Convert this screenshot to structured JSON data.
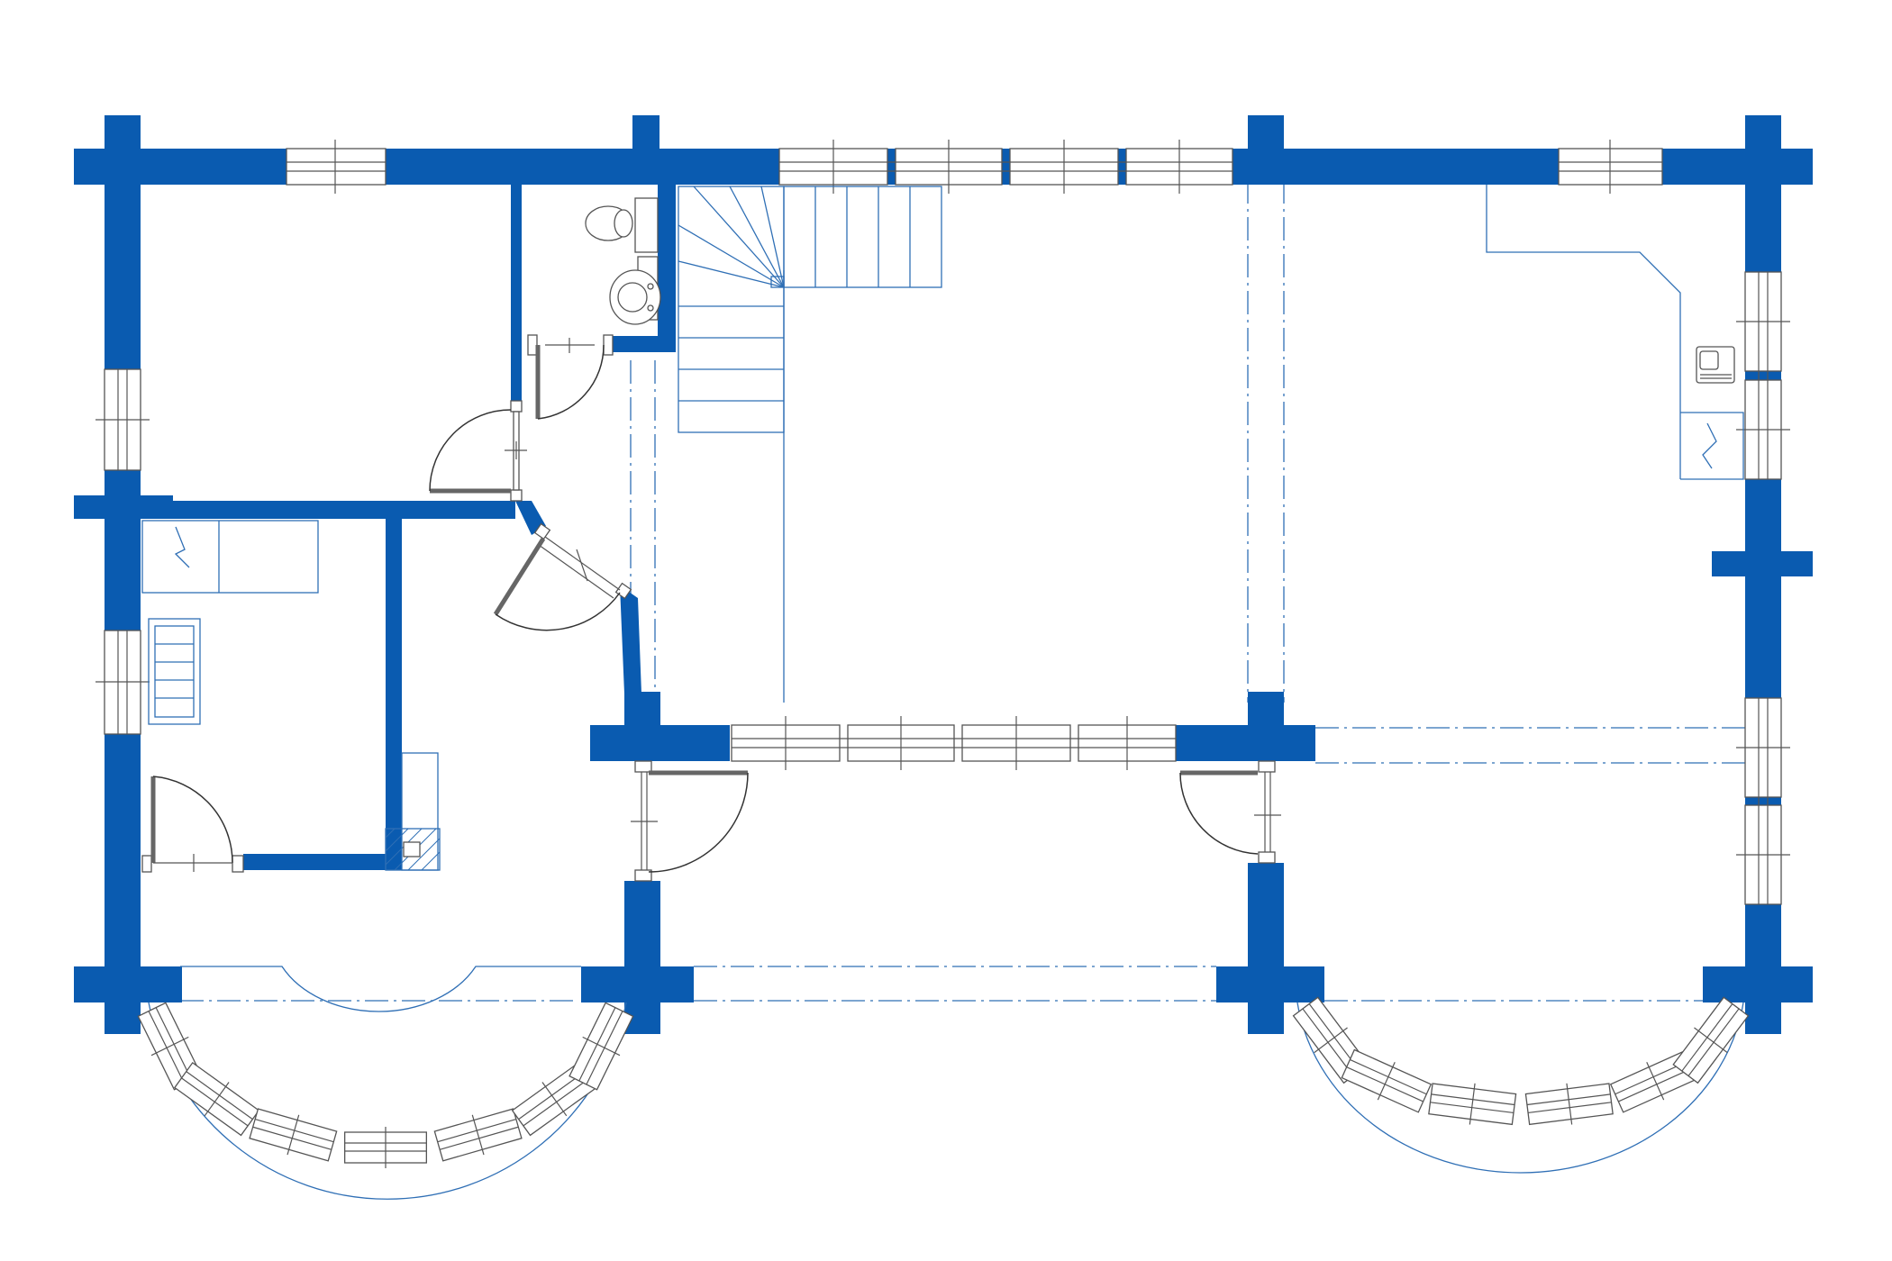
{
  "drawing": {
    "kind": "floor-plan",
    "colors": {
      "wall": "#0A5BB0",
      "thin_lines": "#2F6FB5",
      "background": "#FFFFFF",
      "outline": "#555555"
    },
    "rooms": [
      {
        "id": "room-top-left"
      },
      {
        "id": "corridor"
      },
      {
        "id": "wc"
      },
      {
        "id": "stair-hall"
      },
      {
        "id": "kitchen-dining"
      },
      {
        "id": "sauna-washroom"
      },
      {
        "id": "bay-room-left"
      },
      {
        "id": "central-room"
      },
      {
        "id": "bay-room-right"
      }
    ],
    "icons": [
      "toilet-icon",
      "sink-icon",
      "kitchen-sink-icon",
      "stove-icon",
      "bench-icon"
    ]
  }
}
